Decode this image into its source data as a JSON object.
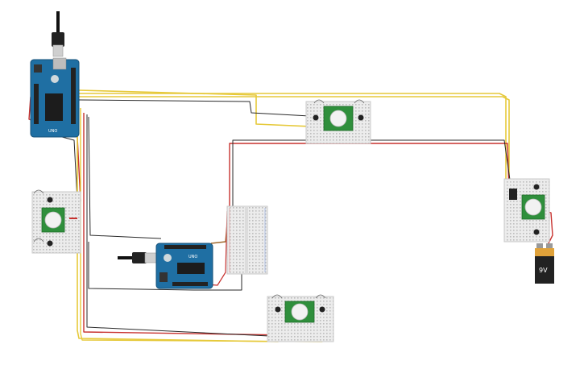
{
  "colors": {
    "wire_yellow": "#e6c93a",
    "wire_red": "#c8322f",
    "wire_black": "#2a2a2a",
    "wire_brown": "#a0692d",
    "arduino_blue": "#1f6fa3",
    "pir_green": "#2f8f3c",
    "breadboard": "#e9e9e9",
    "battery": "#222222",
    "battery_cap": "#e0a23a"
  },
  "arduino_main": {
    "brand": "UNO"
  },
  "arduino_second": {
    "brand": "UNO"
  },
  "battery": {
    "label": "9V"
  },
  "components": {
    "pir_count": 4,
    "arduino_count": 2,
    "battery_count": 1
  }
}
